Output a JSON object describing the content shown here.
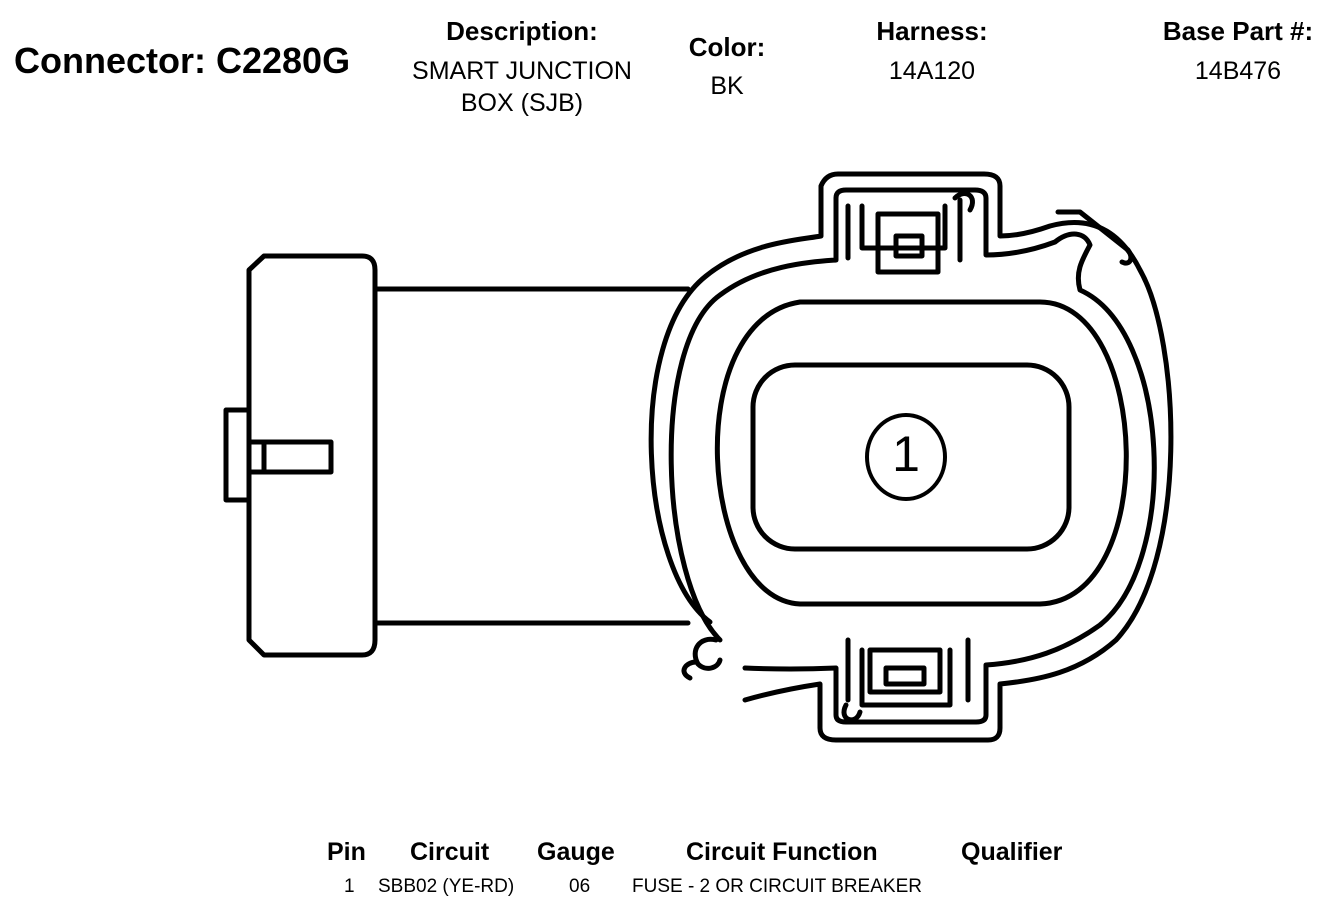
{
  "header": {
    "connector_title": "Connector: C2280G",
    "description_label": "Description:",
    "description_line1": "SMART JUNCTION",
    "description_line2": "BOX (SJB)",
    "color_label": "Color:",
    "color_value": "BK",
    "harness_label": "Harness:",
    "harness_value": "14A120",
    "base_part_label": "Base Part #:",
    "base_part_value": "14B476"
  },
  "diagram": {
    "pin_number": "1"
  },
  "pin_table": {
    "columns": [
      "Pin",
      "Circuit",
      "Gauge",
      "Circuit Function",
      "Qualifier"
    ],
    "rows": [
      {
        "pin": "1",
        "circuit": "SBB02 (YE-RD)",
        "gauge": "06",
        "function": "FUSE - 2 OR CIRCUIT BREAKER",
        "qualifier": ""
      }
    ]
  }
}
